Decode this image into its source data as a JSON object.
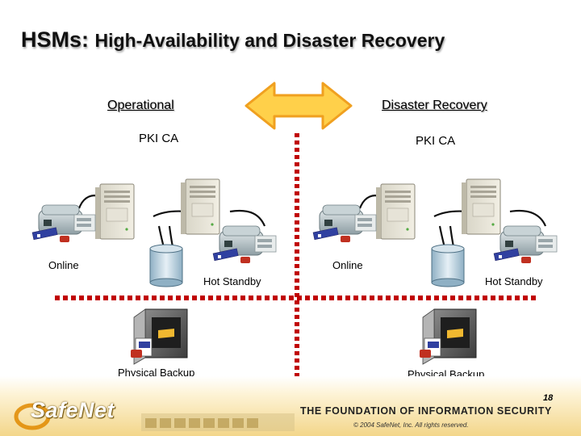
{
  "title": {
    "main": "HSMs: ",
    "subtitle": "High-Availability and Disaster Recovery"
  },
  "operational": {
    "heading": "Operational",
    "pki": "PKI CA",
    "online": "Online",
    "hot_standby": "Hot Standby",
    "backup": "Physical Backup"
  },
  "disaster_recovery": {
    "heading": "Disaster Recovery",
    "pki": "PKI CA",
    "online": "Online",
    "hot_standby": "Hot Standby",
    "backup": "Physical Backup"
  },
  "icons": [
    "double-arrow-icon",
    "server-tower-icon",
    "hsm-device-icon",
    "database-cylinder-icon",
    "safe-vault-icon"
  ],
  "colors": {
    "divider": "#c00000",
    "arrow_fill": "#ffd04a",
    "arrow_stroke": "#f0a020",
    "logo_orange": "#e08a00",
    "footer_gold": "#f3d68a"
  },
  "footer": {
    "logo": "SafeNet",
    "tagline": "THE FOUNDATION OF INFORMATION SECURITY",
    "copyright": "© 2004 SafeNet, Inc. All rights reserved.",
    "page_number": "18"
  }
}
